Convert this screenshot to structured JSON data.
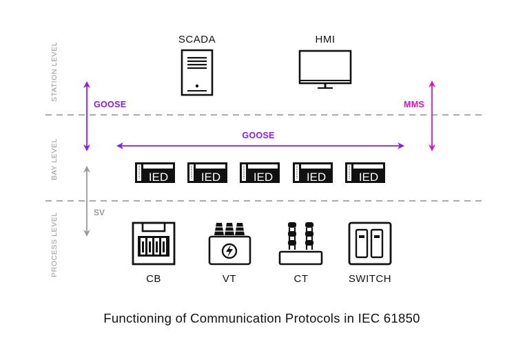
{
  "title": "Functioning of Communication Protocols in IEC 61850",
  "levels": [
    {
      "id": "station",
      "label": "STATION LEVEL"
    },
    {
      "id": "bay",
      "label": "BAY LEVEL"
    },
    {
      "id": "process",
      "label": "PROCESS LEVEL"
    }
  ],
  "station_devices": [
    {
      "label": "SCADA",
      "icon": "server-tower-icon"
    },
    {
      "label": "HMI",
      "icon": "monitor-icon"
    }
  ],
  "bay_devices": [
    {
      "label": "IED"
    },
    {
      "label": "IED"
    },
    {
      "label": "IED"
    },
    {
      "label": "IED"
    },
    {
      "label": "IED"
    }
  ],
  "process_devices": [
    {
      "label": "CB",
      "icon": "circuit-breaker-icon"
    },
    {
      "label": "VT",
      "icon": "voltage-transformer-icon"
    },
    {
      "label": "CT",
      "icon": "current-transformer-icon"
    },
    {
      "label": "SWITCH",
      "icon": "switch-icon"
    }
  ],
  "protocols": {
    "goose_vertical": {
      "label": "GOOSE",
      "color": "#8c1aff"
    },
    "goose_horizontal": {
      "label": "GOOSE",
      "color": "#8c1aff"
    },
    "mms": {
      "label": "MMS",
      "color": "#e012c8"
    },
    "sv": {
      "label": "SV",
      "color": "#9a9a9a"
    }
  }
}
